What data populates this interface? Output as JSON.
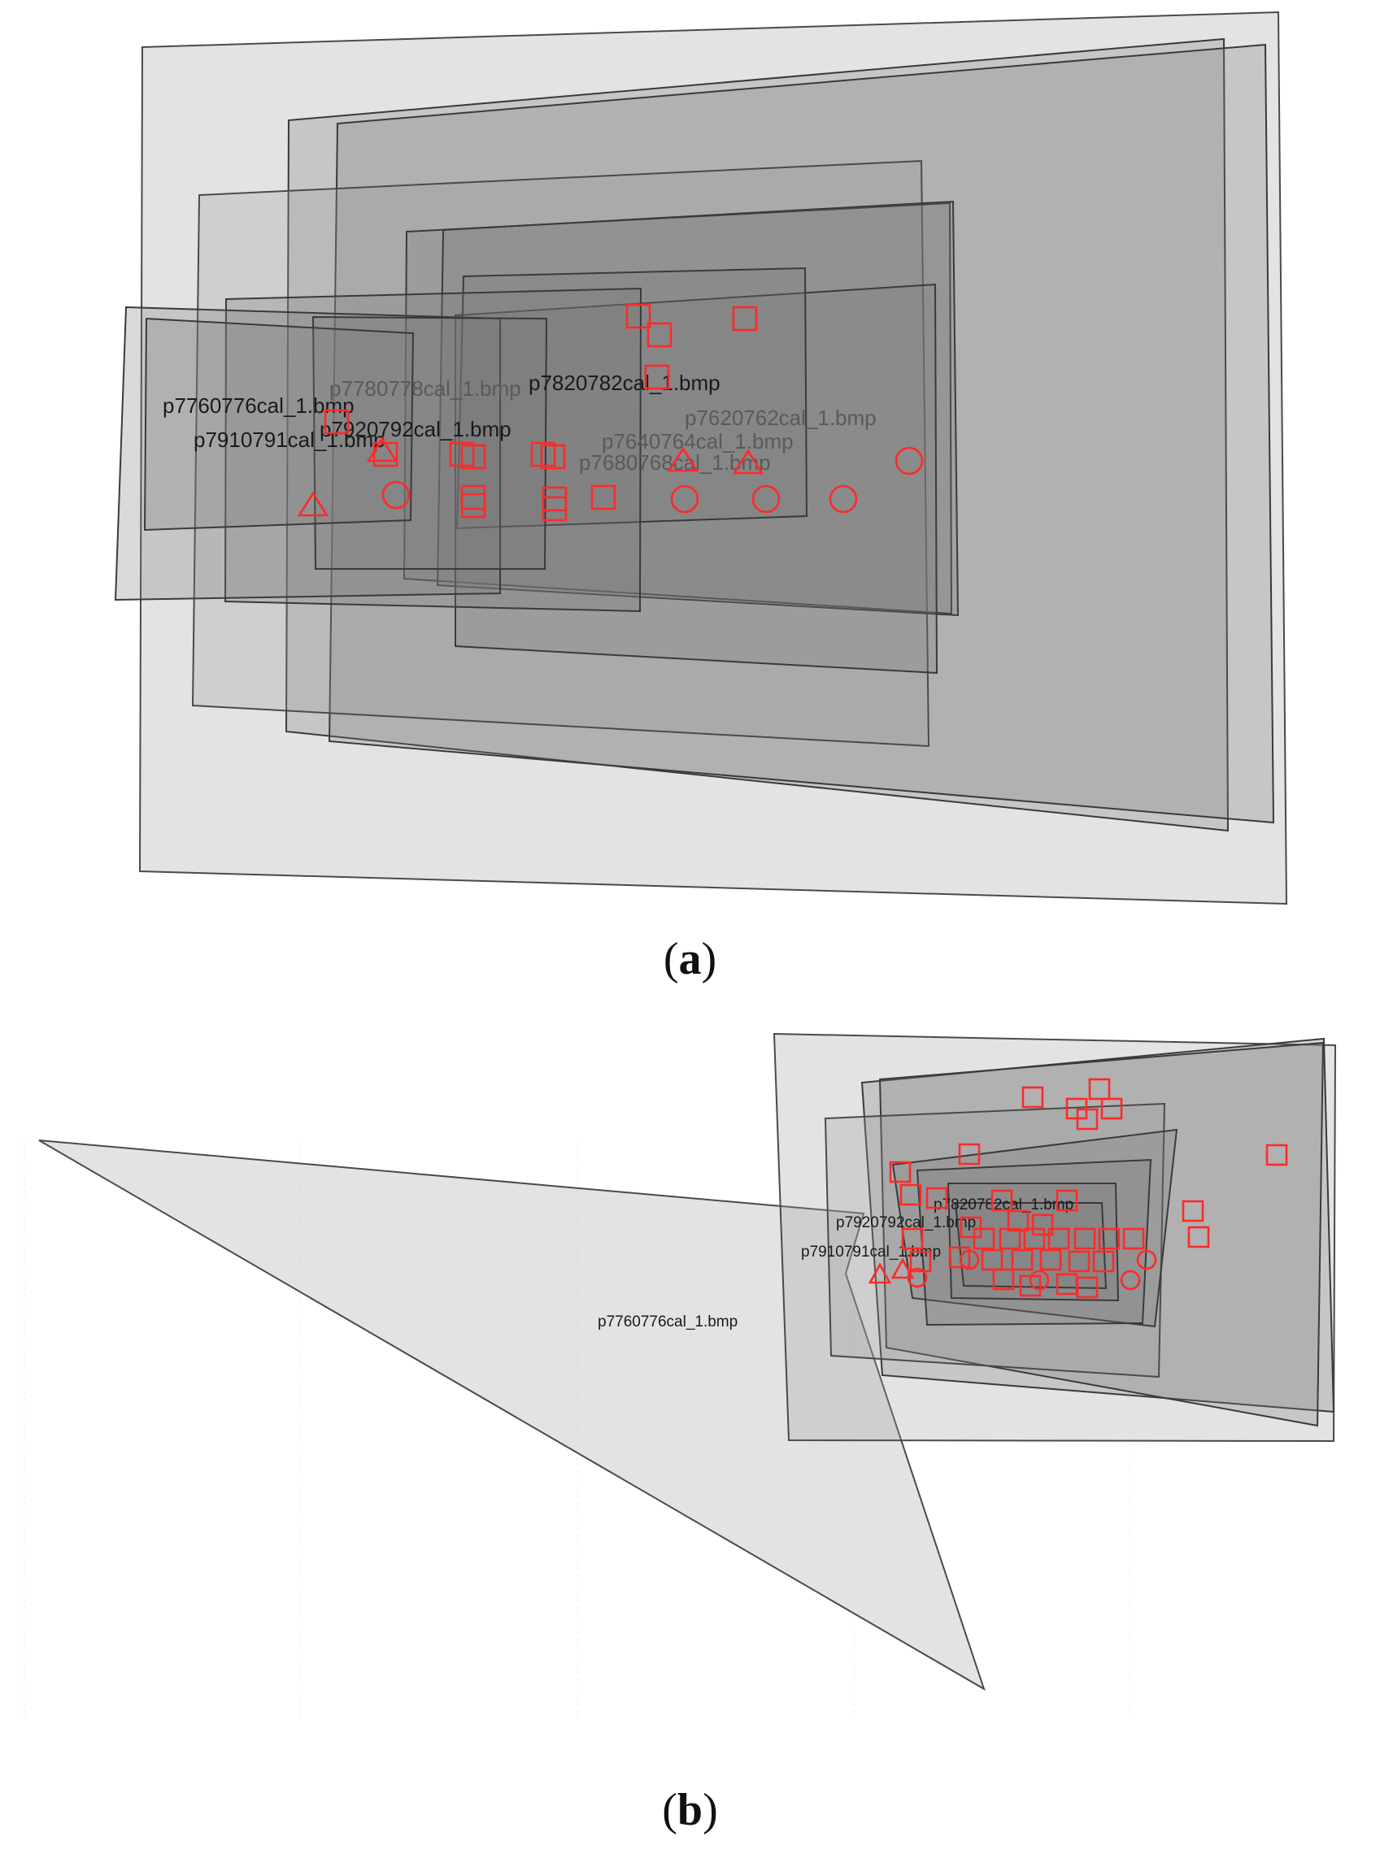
{
  "panel_a": {
    "caption_letter": "a",
    "labels": [
      "p7760776cal_1.bmp",
      "p7780778cal_1.bmp",
      "p7910791cal_1.bmp",
      "p7920792cal_1.bmp",
      "p7820782cal_1.bmp",
      "p7640764cal_1.bmp",
      "p7680768cal_1.bmp",
      "p7620762cal_1.bmp"
    ]
  },
  "panel_b": {
    "caption_letter": "b",
    "labels": [
      "p7760776cal_1.bmp",
      "p7920792cal_1.bmp",
      "p7910791cal_1.bmp",
      "p7820782cal_1.bmp"
    ]
  },
  "colors": {
    "image_fill": "#7a7a7a",
    "image_stroke": "#3a3a3a",
    "marker": "#ff2a2a"
  },
  "marker_shapes": [
    "square",
    "circle",
    "triangle"
  ]
}
